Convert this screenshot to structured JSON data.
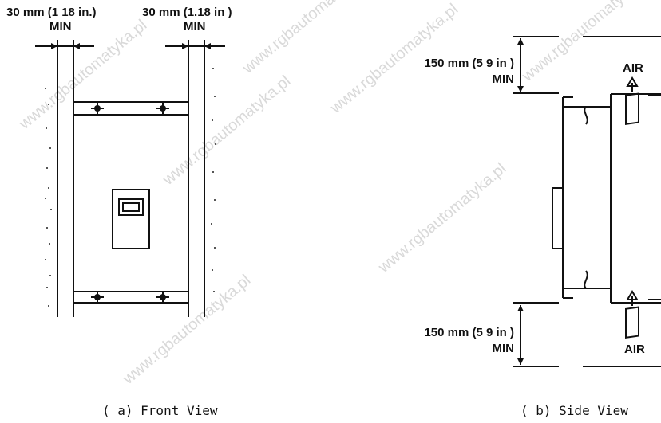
{
  "front_view": {
    "clearance_left": "30 mm (1 18 in.)",
    "clearance_left_min": "MIN",
    "clearance_right": "30 mm (1.18 in )",
    "clearance_right_min": "MIN",
    "caption": "( a)  Front  View"
  },
  "side_view": {
    "clearance_top": "150 mm (5 9 in )",
    "clearance_top_min": "MIN",
    "clearance_bottom": "150 mm (5 9 in )",
    "clearance_bottom_min": "MIN",
    "air_top": "AIR",
    "air_bottom": "AIR",
    "caption": "( b)  Side  View"
  },
  "watermark": "www.rgbautomatyka.pl",
  "colors": {
    "ink": "#111111",
    "watermark": "#d9d9d9"
  }
}
